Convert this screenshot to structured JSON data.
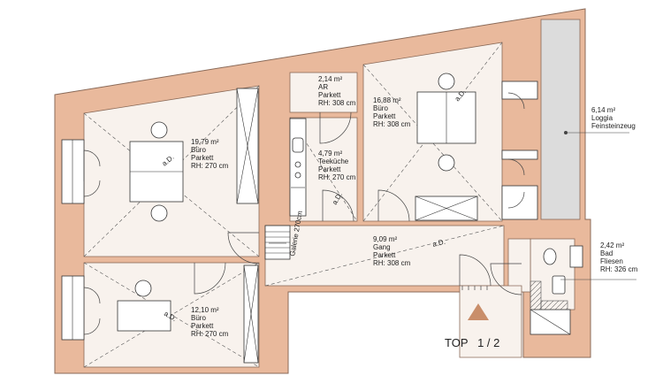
{
  "colors": {
    "wall": "#e9b99c",
    "wall_stroke": "#8a6a58",
    "floor": "#f8f2ed",
    "loggia": "#dcdcdc",
    "line": "#555555",
    "marker": "#c98e6a"
  },
  "rooms": [
    {
      "id": "buero-1",
      "area": "19,79 m²",
      "use": "Büro",
      "floor": "Parkett",
      "height": "RH: 270 cm",
      "ad": "a.D."
    },
    {
      "id": "ar",
      "area": "2,14 m²",
      "use": "AR",
      "floor": "Parkett",
      "height": "RH: 308 cm",
      "ad": ""
    },
    {
      "id": "buero-2",
      "area": "16,88 m²",
      "use": "Büro",
      "floor": "Parkett",
      "height": "RH: 308 cm",
      "ad": "a.D."
    },
    {
      "id": "loggia",
      "area": "6,14 m²",
      "use": "Loggia",
      "floor": "Feinsteinzeug",
      "height": "",
      "ad": ""
    },
    {
      "id": "teekueche",
      "area": "4,79 m²",
      "use": "Teeküche",
      "floor": "Parkett",
      "height": "RH: 270 cm",
      "ad": "a.D."
    },
    {
      "id": "gang",
      "area": "9,09 m²",
      "use": "Gang",
      "floor": "Parkett",
      "height": "RH: 308 cm",
      "ad": "a.D."
    },
    {
      "id": "bad",
      "area": "2,42 m²",
      "use": "Bad",
      "floor": "Fliesen",
      "height": "RH: 326 cm",
      "ad": ""
    },
    {
      "id": "buero-3",
      "area": "12,10 m²",
      "use": "Büro",
      "floor": "Parkett",
      "height": "RH: 270 cm",
      "ad": "a.D."
    }
  ],
  "stair_note": "Galerie 270cm",
  "unit_label": "TOP   1 / 2"
}
